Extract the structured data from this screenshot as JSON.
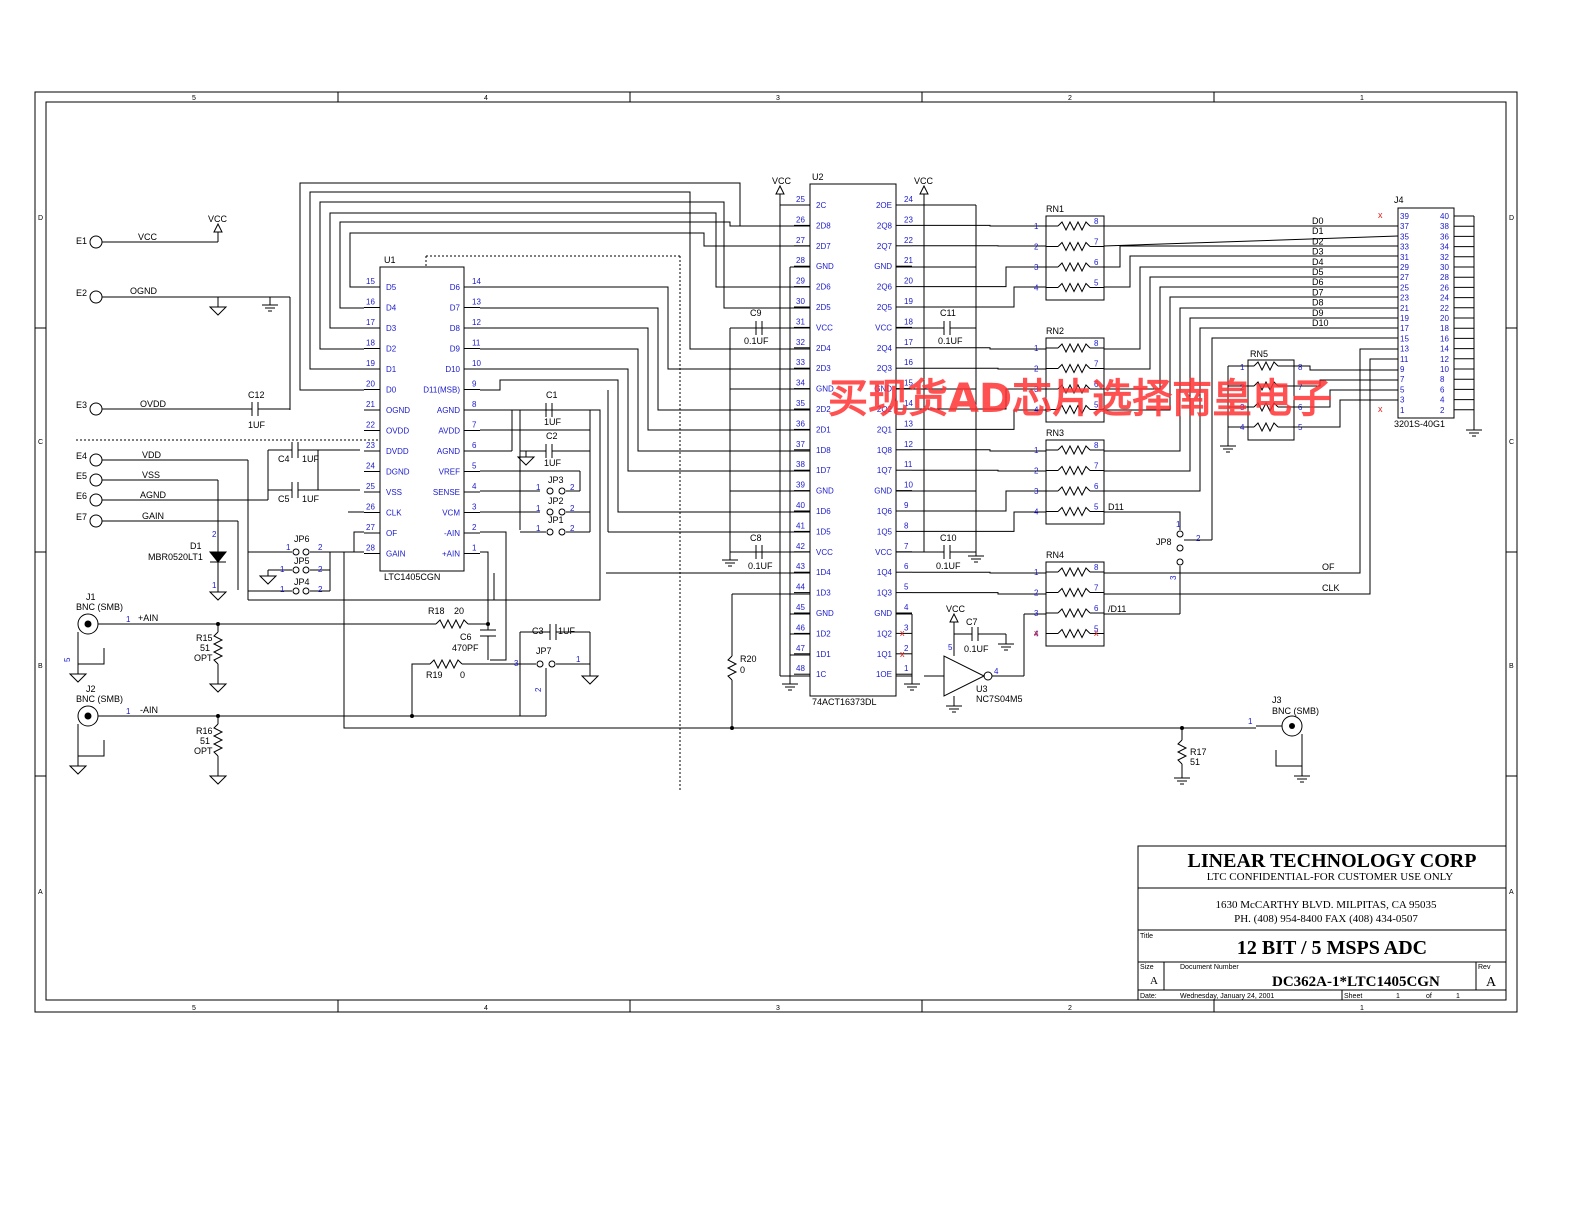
{
  "border": {
    "col_labels": [
      "5",
      "4",
      "3",
      "2",
      "1"
    ],
    "row_labels": [
      "D",
      "C",
      "B",
      "A"
    ]
  },
  "terminals": {
    "e1": "E1",
    "e2": "E2",
    "e3": "E3",
    "e4": "E4",
    "e5": "E5",
    "e6": "E6",
    "e7": "E7",
    "vcc": "VCC",
    "ognd": "OGND",
    "ovdd": "OVDD",
    "vdd": "VDD",
    "vss": "VSS",
    "agnd": "AGND",
    "gain": "GAIN"
  },
  "u1": {
    "ref": "U1",
    "part": "LTC1405CGN",
    "left_pins": [
      {
        "num": "15",
        "name": "D5"
      },
      {
        "num": "16",
        "name": "D4"
      },
      {
        "num": "17",
        "name": "D3"
      },
      {
        "num": "18",
        "name": "D2"
      },
      {
        "num": "19",
        "name": "D1"
      },
      {
        "num": "20",
        "name": "D0"
      },
      {
        "num": "21",
        "name": "OGND"
      },
      {
        "num": "22",
        "name": "OVDD"
      },
      {
        "num": "23",
        "name": "DVDD"
      },
      {
        "num": "24",
        "name": "DGND"
      },
      {
        "num": "25",
        "name": "VSS"
      },
      {
        "num": "26",
        "name": "CLK"
      },
      {
        "num": "27",
        "name": "OF"
      },
      {
        "num": "28",
        "name": "GAIN"
      }
    ],
    "right_pins": [
      {
        "num": "14",
        "name": "D6"
      },
      {
        "num": "13",
        "name": "D7"
      },
      {
        "num": "12",
        "name": "D8"
      },
      {
        "num": "11",
        "name": "D9"
      },
      {
        "num": "10",
        "name": "D10"
      },
      {
        "num": "9",
        "name": "D11(MSB)"
      },
      {
        "num": "8",
        "name": "AGND"
      },
      {
        "num": "7",
        "name": "AVDD"
      },
      {
        "num": "6",
        "name": "AGND"
      },
      {
        "num": "5",
        "name": "VREF"
      },
      {
        "num": "4",
        "name": "SENSE"
      },
      {
        "num": "3",
        "name": "VCM"
      },
      {
        "num": "2",
        "name": "-AIN"
      },
      {
        "num": "1",
        "name": "+AIN"
      }
    ]
  },
  "u2": {
    "ref": "U2",
    "part": "74ACT16373DL",
    "left_pins": [
      {
        "num": "25",
        "name": "2C"
      },
      {
        "num": "26",
        "name": "2D8"
      },
      {
        "num": "27",
        "name": "2D7"
      },
      {
        "num": "28",
        "name": "GND"
      },
      {
        "num": "29",
        "name": "2D6"
      },
      {
        "num": "30",
        "name": "2D5"
      },
      {
        "num": "31",
        "name": "VCC"
      },
      {
        "num": "32",
        "name": "2D4"
      },
      {
        "num": "33",
        "name": "2D3"
      },
      {
        "num": "34",
        "name": "GND"
      },
      {
        "num": "35",
        "name": "2D2"
      },
      {
        "num": "36",
        "name": "2D1"
      },
      {
        "num": "37",
        "name": "1D8"
      },
      {
        "num": "38",
        "name": "1D7"
      },
      {
        "num": "39",
        "name": "GND"
      },
      {
        "num": "40",
        "name": "1D6"
      },
      {
        "num": "41",
        "name": "1D5"
      },
      {
        "num": "42",
        "name": "VCC"
      },
      {
        "num": "43",
        "name": "1D4"
      },
      {
        "num": "44",
        "name": "1D3"
      },
      {
        "num": "45",
        "name": "GND"
      },
      {
        "num": "46",
        "name": "1D2"
      },
      {
        "num": "47",
        "name": "1D1"
      },
      {
        "num": "48",
        "name": "1C"
      }
    ],
    "right_pins": [
      {
        "num": "24",
        "name": "2OE"
      },
      {
        "num": "23",
        "name": "2Q8"
      },
      {
        "num": "22",
        "name": "2Q7"
      },
      {
        "num": "21",
        "name": "GND"
      },
      {
        "num": "20",
        "name": "2Q6"
      },
      {
        "num": "19",
        "name": "2Q5"
      },
      {
        "num": "18",
        "name": "VCC"
      },
      {
        "num": "17",
        "name": "2Q4"
      },
      {
        "num": "16",
        "name": "2Q3"
      },
      {
        "num": "15",
        "name": "GND"
      },
      {
        "num": "14",
        "name": "2Q2"
      },
      {
        "num": "13",
        "name": "2Q1"
      },
      {
        "num": "12",
        "name": "1Q8"
      },
      {
        "num": "11",
        "name": "1Q7"
      },
      {
        "num": "10",
        "name": "GND"
      },
      {
        "num": "9",
        "name": "1Q6"
      },
      {
        "num": "8",
        "name": "1Q5"
      },
      {
        "num": "7",
        "name": "VCC"
      },
      {
        "num": "6",
        "name": "1Q4"
      },
      {
        "num": "5",
        "name": "1Q3"
      },
      {
        "num": "4",
        "name": "GND"
      },
      {
        "num": "3",
        "name": "1Q2"
      },
      {
        "num": "2",
        "name": "1Q1"
      },
      {
        "num": "1",
        "name": "1OE"
      }
    ]
  },
  "j4": {
    "ref": "J4",
    "part": "3201S-40G1",
    "left_nums": [
      "39",
      "37",
      "35",
      "33",
      "31",
      "29",
      "27",
      "25",
      "23",
      "21",
      "19",
      "17",
      "15",
      "13",
      "11",
      "9",
      "7",
      "5",
      "3",
      "1"
    ],
    "right_nums": [
      "40",
      "38",
      "36",
      "34",
      "32",
      "30",
      "28",
      "26",
      "24",
      "22",
      "20",
      "18",
      "16",
      "14",
      "12",
      "10",
      "8",
      "6",
      "4",
      "2"
    ],
    "signals": [
      "D0",
      "D1",
      "D2",
      "D3",
      "D4",
      "D5",
      "D6",
      "D7",
      "D8",
      "D9",
      "D10"
    ]
  },
  "rn": {
    "rn1": "RN1",
    "rn2": "RN2",
    "rn3": "RN3",
    "rn4": "RN4",
    "rn5": "RN5",
    "nums_left": [
      "1",
      "2",
      "3",
      "4"
    ],
    "nums_right": [
      "8",
      "7",
      "6",
      "5"
    ]
  },
  "parts": {
    "c1": "C1",
    "c2": "C2",
    "c3": "C3",
    "c4": "C4",
    "c5": "C5",
    "c6": "C6",
    "c7": "C7",
    "c8": "C8",
    "c9": "C9",
    "c10": "C10",
    "c11": "C11",
    "c12": "C12",
    "v_1uf": "1UF",
    "v_01uf": "0.1UF",
    "v_470pf": "470PF",
    "r15": "R15",
    "r16": "R16",
    "r17": "R17",
    "r18": "R18",
    "r19": "R19",
    "r20": "R20",
    "v51": "51",
    "vopt": "OPT",
    "v20": "20",
    "v0": "0",
    "jp1": "JP1",
    "jp2": "JP2",
    "jp3": "JP3",
    "jp4": "JP4",
    "jp5": "JP5",
    "jp6": "JP6",
    "jp7": "JP7",
    "jp8": "JP8",
    "d1": "D1",
    "d1part": "MBR0520LT1",
    "u3": "U3",
    "u3part": "NC7S04M5",
    "j1": "J1",
    "j2": "J2",
    "j3": "J3",
    "bnc": "BNC (SMB)"
  },
  "nets": {
    "pain": "+AIN",
    "main": "-AIN",
    "d11": "D11",
    "nd11": "/D11",
    "of": "OF",
    "clk": "CLK"
  },
  "title_block": {
    "company": "LINEAR TECHNOLOGY CORP",
    "confidential": "LTC CONFIDENTIAL-FOR CUSTOMER USE ONLY",
    "address": "1630 McCARTHY BLVD. MILPITAS, CA 95035",
    "phone": "PH. (408) 954-8400  FAX (408) 434-0507",
    "title_label": "Title",
    "title": "12 BIT / 5 MSPS ADC",
    "size_label": "Size",
    "size": "A",
    "docnum_label": "Document Number",
    "docnum": "DC362A-1*LTC1405CGN",
    "rev_label": "Rev",
    "rev": "A",
    "date_label": "Date:",
    "date": "Wednesday, January 24, 2001",
    "sheet_label": "Sheet",
    "sheet": "1",
    "of_label": "of",
    "sheets": "1"
  },
  "watermark": "买现货AD芯片选择南皇电子"
}
